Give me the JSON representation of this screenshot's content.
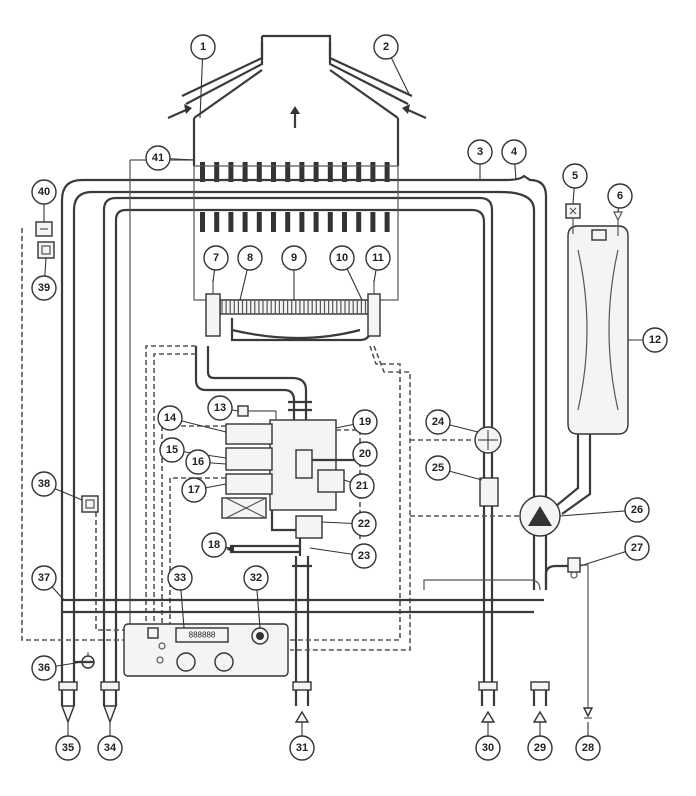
{
  "diagram": {
    "callouts": [
      "1",
      "2",
      "3",
      "4",
      "5",
      "6",
      "7",
      "8",
      "9",
      "10",
      "11",
      "12",
      "13",
      "14",
      "15",
      "16",
      "17",
      "18",
      "19",
      "20",
      "21",
      "22",
      "23",
      "24",
      "25",
      "26",
      "27",
      "28",
      "29",
      "30",
      "33",
      "34",
      "35",
      "36",
      "37",
      "38",
      "39",
      "40",
      "41",
      "32",
      "31"
    ],
    "panel": {
      "display_digits": "888888"
    }
  }
}
